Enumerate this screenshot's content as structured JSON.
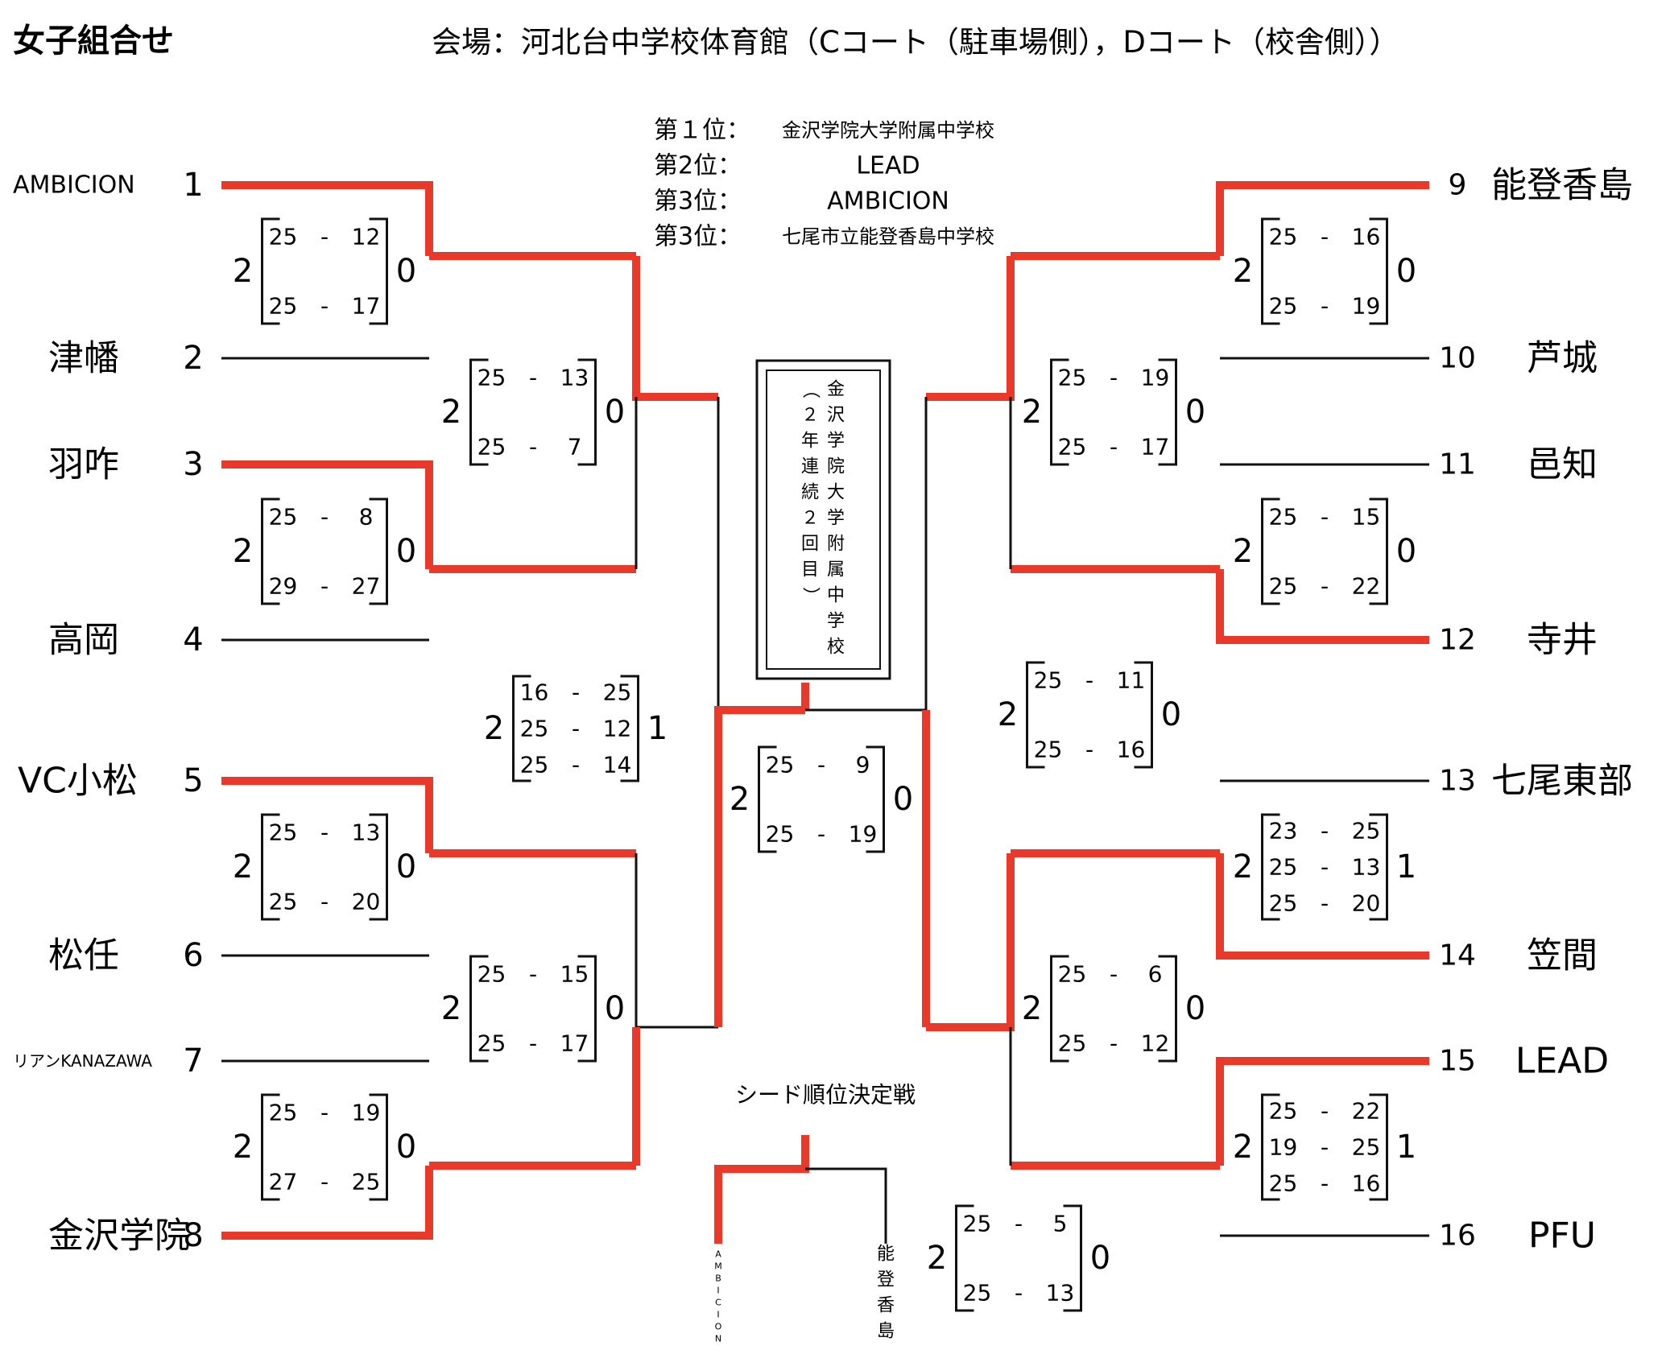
{
  "title": "女子組合せ",
  "venue": "会場：河北台中学校体育館（Cコート（駐車場側），Dコート（校舎側））",
  "ranking": [
    {
      "label": "第１位：",
      "name": "金沢学院大学附属中学校"
    },
    {
      "label": "第2位：",
      "name": "LEAD"
    },
    {
      "label": "第3位：",
      "name": "AMBICION"
    },
    {
      "label": "第3位：",
      "name": "七尾市立能登香島中学校"
    }
  ],
  "champion": "金沢学院大学附属中学校（２年連続２回目）",
  "teams": [
    {
      "seed": "1",
      "name": "AMBICION"
    },
    {
      "seed": "2",
      "name": "津幡"
    },
    {
      "seed": "3",
      "name": "羽咋"
    },
    {
      "seed": "4",
      "name": "高岡"
    },
    {
      "seed": "5",
      "name": "VC小松"
    },
    {
      "seed": "6",
      "name": "松任"
    },
    {
      "seed": "7",
      "name": "リアンKANAZAWA"
    },
    {
      "seed": "8",
      "name": "金沢学院"
    },
    {
      "seed": "9",
      "name": "能登香島"
    },
    {
      "seed": "10",
      "name": "芦城"
    },
    {
      "seed": "11",
      "name": "邑知"
    },
    {
      "seed": "12",
      "name": "寺井"
    },
    {
      "seed": "13",
      "name": "七尾東部"
    },
    {
      "seed": "14",
      "name": "笠間"
    },
    {
      "seed": "15",
      "name": "LEAD"
    },
    {
      "seed": "16",
      "name": "PFU"
    }
  ],
  "matches": [
    {
      "id": "m1v2",
      "set_a": "2",
      "set_b": "0",
      "sets": [
        [
          "25",
          "12"
        ],
        [
          "25",
          "17"
        ]
      ]
    },
    {
      "id": "m3v4",
      "set_a": "2",
      "set_b": "0",
      "sets": [
        [
          "25",
          "8"
        ],
        [
          "29",
          "27"
        ]
      ]
    },
    {
      "id": "m5v6",
      "set_a": "2",
      "set_b": "0",
      "sets": [
        [
          "25",
          "13"
        ],
        [
          "25",
          "20"
        ]
      ]
    },
    {
      "id": "m7v8",
      "set_a": "2",
      "set_b": "0",
      "sets": [
        [
          "25",
          "19"
        ],
        [
          "27",
          "25"
        ]
      ]
    },
    {
      "id": "m9v10",
      "set_a": "2",
      "set_b": "0",
      "sets": [
        [
          "25",
          "16"
        ],
        [
          "25",
          "19"
        ]
      ]
    },
    {
      "id": "m11v12",
      "set_a": "2",
      "set_b": "0",
      "sets": [
        [
          "25",
          "15"
        ],
        [
          "25",
          "22"
        ]
      ]
    },
    {
      "id": "m13v14",
      "set_a": "2",
      "set_b": "1",
      "sets": [
        [
          "23",
          "25"
        ],
        [
          "25",
          "13"
        ],
        [
          "25",
          "20"
        ]
      ]
    },
    {
      "id": "m15v16",
      "set_a": "2",
      "set_b": "1",
      "sets": [
        [
          "25",
          "22"
        ],
        [
          "19",
          "25"
        ],
        [
          "25",
          "16"
        ]
      ]
    },
    {
      "id": "qfL1",
      "set_a": "2",
      "set_b": "0",
      "sets": [
        [
          "25",
          "13"
        ],
        [
          "25",
          "7"
        ]
      ]
    },
    {
      "id": "qfL2",
      "set_a": "2",
      "set_b": "0",
      "sets": [
        [
          "25",
          "15"
        ],
        [
          "25",
          "17"
        ]
      ]
    },
    {
      "id": "qfR1",
      "set_a": "2",
      "set_b": "0",
      "sets": [
        [
          "25",
          "19"
        ],
        [
          "25",
          "17"
        ]
      ]
    },
    {
      "id": "qfR2",
      "set_a": "2",
      "set_b": "0",
      "sets": [
        [
          "25",
          "6"
        ],
        [
          "25",
          "12"
        ]
      ]
    },
    {
      "id": "sfL",
      "set_a": "2",
      "set_b": "1",
      "sets": [
        [
          "16",
          "25"
        ],
        [
          "25",
          "12"
        ],
        [
          "25",
          "14"
        ]
      ]
    },
    {
      "id": "sfR",
      "set_a": "2",
      "set_b": "0",
      "sets": [
        [
          "25",
          "11"
        ],
        [
          "25",
          "16"
        ]
      ]
    },
    {
      "id": "final",
      "set_a": "2",
      "set_b": "0",
      "sets": [
        [
          "25",
          "9"
        ],
        [
          "25",
          "19"
        ]
      ]
    },
    {
      "id": "seed",
      "set_a": "2",
      "set_b": "0",
      "sets": [
        [
          "25",
          "5"
        ],
        [
          "25",
          "13"
        ]
      ]
    }
  ],
  "seed_playoff": {
    "title": "シード順位決定戦",
    "left_team": "AMBICION",
    "right_team": "能登香島"
  },
  "colors": {
    "win": "#e8392b",
    "line": "#111111"
  }
}
